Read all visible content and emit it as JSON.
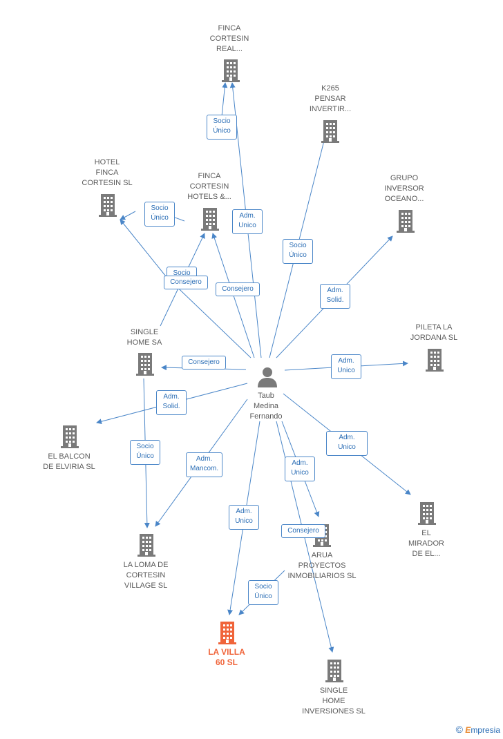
{
  "center": {
    "name": "Taub\nMedina\nFernando"
  },
  "companies": [
    {
      "id": "finca-cortesin-real",
      "name": "FINCA\nCORTESIN\nREAL...",
      "highlight": false
    },
    {
      "id": "k265",
      "name": "K265\nPENSAR\nINVERTIR...",
      "highlight": false
    },
    {
      "id": "hotel-finca-cortesin",
      "name": "HOTEL\nFINCA\nCORTESIN  SL",
      "highlight": false
    },
    {
      "id": "finca-cortesin-hotels",
      "name": "FINCA\nCORTESIN\nHOTELS &...",
      "highlight": false
    },
    {
      "id": "grupo-inversor",
      "name": "GRUPO\nINVERSOR\nOCEANO...",
      "highlight": false
    },
    {
      "id": "pileta",
      "name": "PILETA LA\nJORDANA  SL",
      "highlight": false
    },
    {
      "id": "single-home-sa",
      "name": "SINGLE\nHOME SA",
      "highlight": false
    },
    {
      "id": "el-balcon",
      "name": "EL BALCON\nDE ELVIRIA SL",
      "highlight": false
    },
    {
      "id": "la-loma",
      "name": "LA LOMA DE\nCORTESIN\nVILLAGE  SL",
      "highlight": false
    },
    {
      "id": "arua",
      "name": "ARUA\nPROYECTOS\nINMOBILIARIOS SL",
      "highlight": false
    },
    {
      "id": "el-mirador",
      "name": "EL\nMIRADOR\nDE EL...",
      "highlight": false
    },
    {
      "id": "la-villa",
      "name": "LA VILLA\n60  SL",
      "highlight": true
    },
    {
      "id": "single-home-inv",
      "name": "SINGLE\nHOME\nINVERSIONES SL",
      "highlight": false
    }
  ],
  "relations": [
    {
      "id": "r1",
      "label": "Socio\nÚnico"
    },
    {
      "id": "r2",
      "label": "Socio\nÚnico"
    },
    {
      "id": "r3",
      "label": "Adm.\nUnico"
    },
    {
      "id": "r4",
      "label": "Socio\nÚnico"
    },
    {
      "id": "r5",
      "label": "Socio"
    },
    {
      "id": "r6",
      "label": "Consejero"
    },
    {
      "id": "r7",
      "label": "Consejero"
    },
    {
      "id": "r8",
      "label": "Adm.\nSolid."
    },
    {
      "id": "r9",
      "label": "Adm.\nUnico"
    },
    {
      "id": "r10",
      "label": "Consejero"
    },
    {
      "id": "r11",
      "label": "Adm.\nSolid."
    },
    {
      "id": "r12",
      "label": "Socio\nÚnico"
    },
    {
      "id": "r13",
      "label": "Adm.\nUnico"
    },
    {
      "id": "r14",
      "label": "Adm.\nMancom."
    },
    {
      "id": "r15",
      "label": "Adm.\nUnico"
    },
    {
      "id": "r16",
      "label": "Adm.\nUnico"
    },
    {
      "id": "r17",
      "label": "Consejero"
    },
    {
      "id": "r18",
      "label": "Socio\nÚnico"
    }
  ],
  "colors": {
    "edge": "#4a86c8",
    "building": "#7a7a7a",
    "highlight": "#f0643a",
    "person": "#7a7a7a"
  },
  "footer": {
    "copyright": "©",
    "brand_first": "E",
    "brand_rest": "mpresia"
  }
}
